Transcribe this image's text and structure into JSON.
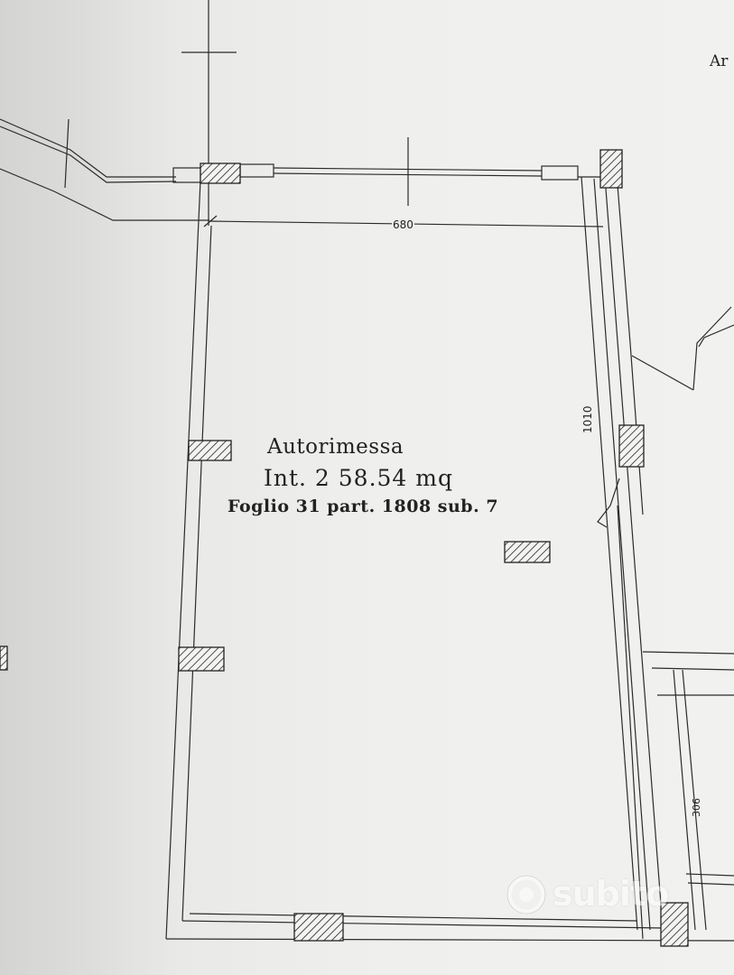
{
  "plan": {
    "room_name": "Autorimessa",
    "room_area": "Int. 2 58.54 mq",
    "cadastral": "Foglio 31 part. 1808 sub. 7",
    "dimension_top": "680",
    "dimension_right": "1010",
    "dimension_right_lower": "306",
    "corner_text": "Ar"
  },
  "watermark": {
    "text": "subito",
    "icon": "subito-logo-icon"
  }
}
